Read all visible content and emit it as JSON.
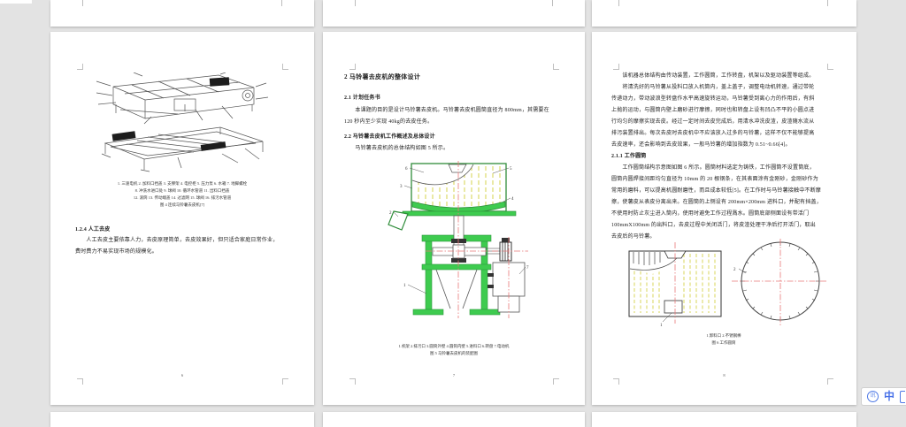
{
  "ui": {
    "background_color": "#e3e3e3",
    "page_color": "#ffffff",
    "drawing_green": "#3ecb4f",
    "drawing_yellow": "#ddda6a",
    "centerline_red": "#e87878",
    "ime": {
      "icon_glyph": "讯",
      "mode_label": "中"
    }
  },
  "page6": {
    "page_number": "6",
    "figure4_caption_lines": [
      "1. 三速电机 2. 加料口挡盖 3. 支撑架 4. 电控柜 5. 压力泵 6. 水箱 7. 地脚螺栓",
      "8. 冲洗水进口处    9. 球阀    10. 循环水管道    11. 出料口挡盖",
      "12. 滚筒    13. 传动端盖    14. 过滤网    15. 球阀    16. 排污水管道",
      "图 4 连续马铃薯去皮机[7]"
    ],
    "section_heading": "1.2.4 人工去皮",
    "paragraph_lines": [
      "　　人工去皮主要依靠人力，去皮原理简单，去皮效果好，但只适合家庭日常作业，",
      "费时费力不易实现市场的规模化。"
    ]
  },
  "page7": {
    "page_number": "7",
    "chapter_heading": "2 马铃薯去皮机的整体设计",
    "section1_heading": "2.1 计划任务书",
    "section1_lines": [
      "　　本课题的目的是设计马铃薯去皮机。马铃薯去皮机圆筒直径为 800mm，其需要在",
      "120 秒内至少实现 40kg的去皮任务。"
    ],
    "section2_heading": "2.2 马铃薯去皮机工作概述及总体设计",
    "section2_lines": [
      "　　马铃薯去皮机的总体结构如图 5 所示。"
    ],
    "figure5_labels": {
      "l1": "1",
      "l2": "2",
      "l3": "3",
      "l4": "4",
      "l5": "5",
      "l6": "6",
      "l7": "7"
    },
    "figure5_caption_lines": [
      "1.机架 2.排污口 3.圆筒外壁 4.圆筒内壁 5.进料口 6.转盘 7.电动机",
      "图 5 马铃薯去皮机的装配图"
    ]
  },
  "page8": {
    "page_number": "8",
    "paragraph1_lines": [
      "　　该机器总体结构由传动装置，工作圆筒，工作转盘，机架以及驱动装置等组成。",
      "　　将清洗好的马铃薯从投料口放入机筒内，盖上盖子，调整电动机转速，通过带轮",
      "传递动力，带动波浪型转盘作水平高速旋转运动，马铃薯受到离心力的作用后，有斜",
      "上抛的运动，与圆筒内壁上磨砂进行摩擦，同时也和转盘上设有凹凸不平的小圆点进",
      "行均匀的摩擦实现去皮。经过一定时间去皮完成后，用清水冲洗皮渣，皮渣随水流从",
      "排污装置排出。每次去皮时去皮机中不应该放入过多的马铃薯，这样不仅不能够提高",
      "去皮速率，还会影响到去皮效果，一般马铃薯的增加指数为 0.51~0.66[4]。"
    ],
    "section_heading": "2.1.1 工作圆筒",
    "paragraph2_lines": [
      "　　工作圆筒结构示意图如图 6 所示。圆筒材料选定为铸铁，工作圆筒不设置筒底，",
      "圆筒内圆焊接间距均匀直径为 10mm 的 20 根钢条，在其表面涂有金刚砂，金刚砂作为",
      "常用的磨料，可以提高机圆耐磨性，而且成本较低[5]。在工作时与马铃薯接触中不断摩",
      "擦，使薯皮从表皮分离出来。在圆筒的上侧设有 200mm×200mm 进料口，并配有挡盖，",
      "不使用时防止灰尘进入筒内，使用时避免工作过程溅水。圆筒底部侧面设有带活门",
      "100mmX100mm 的出料口，去皮过程中关闭活门，将皮渣处理干净后打开活门，取出",
      "去皮后的马铃薯。"
    ],
    "figure6_labels": {
      "outlet": "1",
      "rod": "2"
    },
    "figure6_caption_lines": [
      "1.卸料口 2.不锈钢棒",
      "图 6 工作圆筒"
    ]
  }
}
